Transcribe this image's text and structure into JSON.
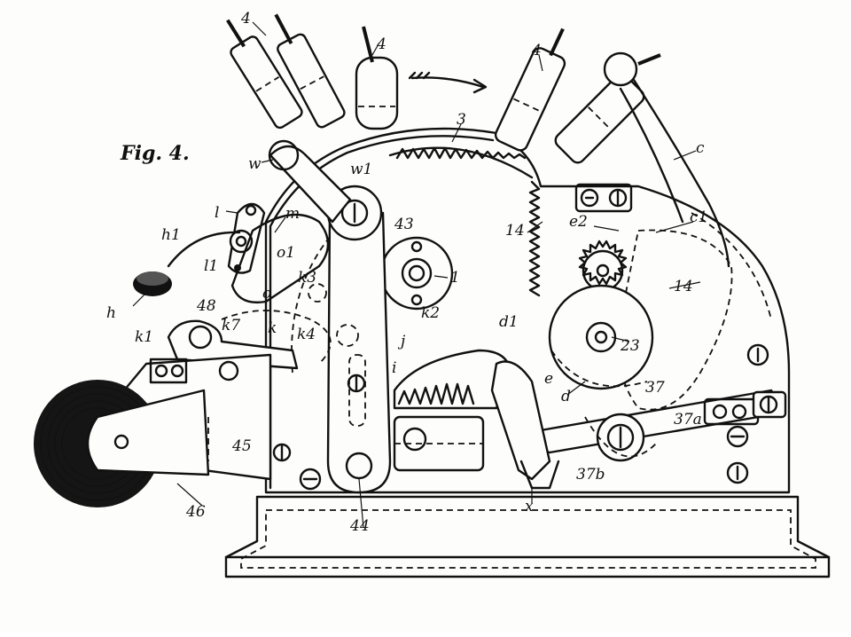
{
  "figure": {
    "title": "Fig. 4.",
    "labels": {
      "key_1": "4",
      "key_2": "4",
      "key_3": "4",
      "arc_3": "3",
      "part_c": "c",
      "part_c1": "c1",
      "part_e2": "e2",
      "part_14a": "14",
      "part_14b": "14",
      "part_w": "w",
      "part_w1": "w1",
      "part_l": "l",
      "part_m": "m",
      "part_h1": "h1",
      "part_o1": "o1",
      "part_l1": "l1",
      "part_h": "h",
      "part_o": "o",
      "part_k3": "k3",
      "part_43": "43",
      "part_1": "1",
      "part_48": "48",
      "part_k7": "k7",
      "part_k1": "k1",
      "part_k": "k",
      "part_k4": "k4",
      "part_k2": "k2",
      "part_j": "j",
      "part_i": "i",
      "part_d1": "d1",
      "part_23": "23",
      "part_e": "e",
      "part_d": "d",
      "part_37": "37",
      "part_37a": "37a",
      "part_37b": "37b",
      "part_45": "45",
      "part_46": "46",
      "part_44": "44",
      "part_x": "x"
    }
  }
}
